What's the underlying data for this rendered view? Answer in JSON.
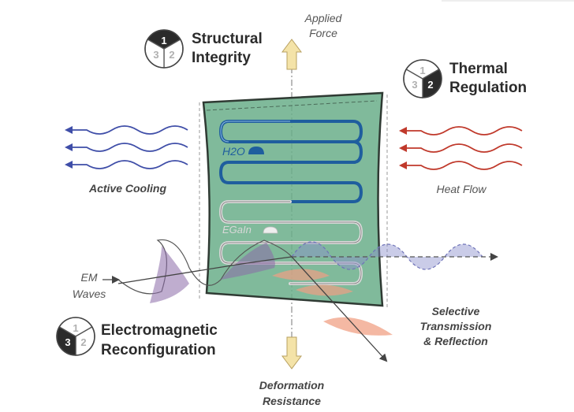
{
  "forces": {
    "applied": [
      "Applied",
      "Force"
    ],
    "deformation": [
      "Deformation",
      "Resistance"
    ]
  },
  "functions": [
    {
      "id": "structural",
      "lines": [
        "Structural",
        "Integrity"
      ],
      "active": 1,
      "segments": [
        "1",
        "2",
        "3"
      ]
    },
    {
      "id": "thermal",
      "lines": [
        "Thermal",
        "Regulation"
      ],
      "active": 2,
      "segments": [
        "1",
        "2",
        "3"
      ]
    },
    {
      "id": "electromagnetic",
      "lines": [
        "Electromagnetic",
        "Reconfiguration"
      ],
      "active": 3,
      "segments": [
        "1",
        "2",
        "3"
      ]
    }
  ],
  "labels": {
    "active_cooling": "Active Cooling",
    "heat_flow": "Heat Flow",
    "em_waves": [
      "EM",
      "Waves"
    ],
    "selective": [
      "Selective",
      "Transmission",
      "& Reflection"
    ],
    "h2o": "H2O",
    "egain": "EGaIn"
  },
  "colors": {
    "panel": "#6aae8a",
    "cooling": "#3f4ea8",
    "heat": "#c0392b",
    "em_wave": "#8a6aa8",
    "transmitted": "#8a8fcc",
    "reflected": "#f0a084",
    "water_channel": "#1f5e9e",
    "egain_channel": "#d9d9d9",
    "arrow_fill": "#f4e3a8"
  }
}
